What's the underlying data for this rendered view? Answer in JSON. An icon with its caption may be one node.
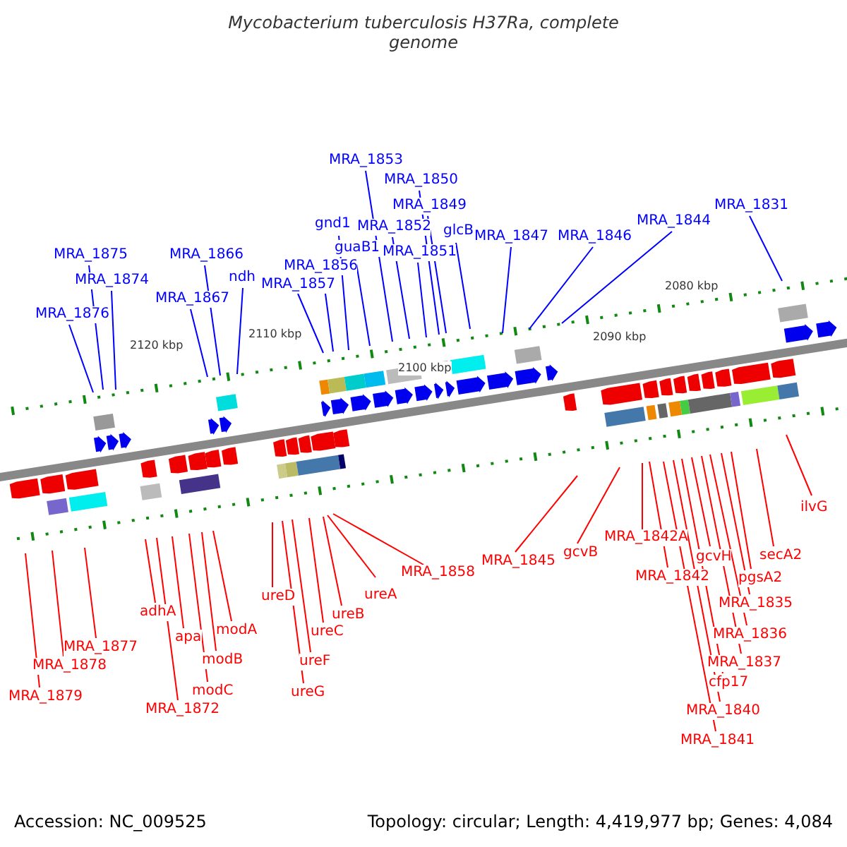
{
  "diagram": {
    "title": "Mycobacterium tuberculosis H37Ra, complete genome",
    "nodes": [
      {
        "text": [
          "MRA_1876"
        ]
      },
      {
        "text": [
          "MRA_1875"
        ]
      },
      {
        "text": [
          "MRA_1874"
        ]
      },
      {
        "text": [
          "MRA_1867"
        ]
      },
      {
        "text": [
          "MRA_1866"
        ]
      },
      {
        "text": [
          "ndh"
        ]
      },
      {
        "text": [
          "MRA_1857"
        ]
      },
      {
        "text": [
          "MRA_1856"
        ]
      },
      {
        "text": [
          "gnd1"
        ]
      },
      {
        "text": [
          "guaB1"
        ]
      },
      {
        "text": [
          "MRA_1853"
        ]
      },
      {
        "text": [
          "MRA_1852"
        ]
      },
      {
        "text": [
          "MRA_1851"
        ]
      },
      {
        "text": [
          "MRA_1850"
        ]
      },
      {
        "text": [
          "MRA_1849"
        ]
      },
      {
        "text": [
          "glcB"
        ]
      },
      {
        "text": [
          "MRA_1847"
        ]
      },
      {
        "text": [
          "MRA_1846"
        ]
      },
      {
        "text": [
          "MRA_1844"
        ]
      },
      {
        "text": [
          "MRA_1831"
        ]
      },
      {
        "text": [
          "MRA_1879"
        ]
      },
      {
        "text": [
          "MRA_1878"
        ]
      },
      {
        "text": [
          "MRA_1877"
        ]
      },
      {
        "text": [
          "adhA"
        ]
      },
      {
        "text": [
          "MRA_1872"
        ]
      },
      {
        "text": [
          "apa"
        ]
      },
      {
        "text": [
          "modC"
        ]
      },
      {
        "text": [
          "modB"
        ]
      },
      {
        "text": [
          "modA"
        ]
      },
      {
        "text": [
          "ureD"
        ]
      },
      {
        "text": [
          "ureG"
        ]
      },
      {
        "text": [
          "ureF"
        ]
      },
      {
        "text": [
          "ureC"
        ]
      },
      {
        "text": [
          "ureB"
        ]
      },
      {
        "text": [
          "ureA"
        ]
      },
      {
        "text": [
          "MRA_1858"
        ]
      },
      {
        "text": [
          "MRA_1845"
        ]
      },
      {
        "text": [
          "gcvB"
        ]
      },
      {
        "text": [
          "MRA_1842A"
        ]
      },
      {
        "text": [
          "MRA_1842"
        ]
      },
      {
        "text": [
          "MRA_1841"
        ]
      },
      {
        "text": [
          "MRA_1840"
        ]
      },
      {
        "text": [
          "cfp17"
        ]
      },
      {
        "text": [
          "gcvH"
        ]
      },
      {
        "text": [
          "MRA_1837"
        ]
      },
      {
        "text": [
          "MRA_1836"
        ]
      },
      {
        "text": [
          "MRA_1835"
        ]
      },
      {
        "text": [
          "pgsA2"
        ]
      },
      {
        "text": [
          "secA2"
        ]
      },
      {
        "text": [
          "ilvG"
        ]
      }
    ],
    "edges": [
      {
        "from": 0,
        "to": null,
        "arrow": "none",
        "color": "#0000ff"
      },
      {
        "from": 1,
        "to": null,
        "arrow": "none",
        "color": "#0000ff"
      },
      {
        "from": 2,
        "to": null,
        "arrow": "none",
        "color": "#0000ff"
      },
      {
        "from": 3,
        "to": null,
        "arrow": "none",
        "color": "#0000ff"
      },
      {
        "from": 4,
        "to": null,
        "arrow": "none",
        "color": "#0000ff"
      },
      {
        "from": 5,
        "to": null,
        "arrow": "none",
        "color": "#0000ff"
      },
      {
        "from": 6,
        "to": null,
        "arrow": "none",
        "color": "#0000ff"
      },
      {
        "from": 7,
        "to": null,
        "arrow": "none",
        "color": "#0000ff"
      },
      {
        "from": 8,
        "to": null,
        "arrow": "none",
        "color": "#0000ff"
      },
      {
        "from": 9,
        "to": null,
        "arrow": "none",
        "color": "#0000ff"
      },
      {
        "from": 10,
        "to": null,
        "arrow": "none",
        "color": "#0000ff"
      },
      {
        "from": 11,
        "to": null,
        "arrow": "none",
        "color": "#0000ff"
      },
      {
        "from": 12,
        "to": null,
        "arrow": "none",
        "color": "#0000ff"
      },
      {
        "from": 13,
        "to": null,
        "arrow": "none",
        "color": "#0000ff"
      },
      {
        "from": 14,
        "to": null,
        "arrow": "none",
        "color": "#0000ff"
      },
      {
        "from": 15,
        "to": null,
        "arrow": "none",
        "color": "#0000ff"
      },
      {
        "from": 16,
        "to": null,
        "arrow": "none",
        "color": "#0000ff"
      },
      {
        "from": 17,
        "to": null,
        "arrow": "none",
        "color": "#0000ff"
      },
      {
        "from": 18,
        "to": null,
        "arrow": "none",
        "color": "#0000ff"
      },
      {
        "from": 19,
        "to": null,
        "arrow": "none",
        "color": "#0000ff"
      },
      {
        "from": 20,
        "to": null,
        "arrow": "none"
      },
      {
        "from": 21,
        "to": null,
        "arrow": "none"
      },
      {
        "from": 22,
        "to": null,
        "arrow": "none"
      },
      {
        "from": 23,
        "to": null,
        "arrow": "none"
      },
      {
        "from": 24,
        "to": null,
        "arrow": "none"
      },
      {
        "from": 25,
        "to": null,
        "arrow": "none"
      },
      {
        "from": 26,
        "to": null,
        "arrow": "none"
      },
      {
        "from": 27,
        "to": null,
        "arrow": "none"
      },
      {
        "from": 28,
        "to": null,
        "arrow": "none"
      },
      {
        "from": 29,
        "to": null,
        "arrow": "none"
      },
      {
        "from": 30,
        "to": null,
        "arrow": "none"
      },
      {
        "from": 31,
        "to": null,
        "arrow": "none"
      },
      {
        "from": 32,
        "to": null,
        "arrow": "none"
      },
      {
        "from": 33,
        "to": null,
        "arrow": "none"
      },
      {
        "from": 34,
        "to": null,
        "arrow": "none"
      },
      {
        "from": 35,
        "to": null,
        "arrow": "none"
      },
      {
        "from": 36,
        "to": null,
        "arrow": "none"
      },
      {
        "from": 37,
        "to": null,
        "arrow": "none"
      },
      {
        "from": 38,
        "to": null,
        "arrow": "none"
      },
      {
        "from": 39,
        "to": null,
        "arrow": "none"
      },
      {
        "from": 40,
        "to": null,
        "arrow": "none"
      },
      {
        "from": 41,
        "to": null,
        "arrow": "none"
      },
      {
        "from": 42,
        "to": null,
        "arrow": "none"
      },
      {
        "from": 43,
        "to": null,
        "arrow": "none"
      },
      {
        "from": 44,
        "to": null,
        "arrow": "none"
      },
      {
        "from": 45,
        "to": null,
        "arrow": "none"
      },
      {
        "from": 46,
        "to": null,
        "arrow": "none"
      },
      {
        "from": 47,
        "to": null,
        "arrow": "none"
      },
      {
        "from": 48,
        "to": null,
        "arrow": "none"
      },
      {
        "from": 49,
        "to": null,
        "arrow": "none"
      }
    ],
    "labels": [
      "2120 kbp",
      "2110 kbp",
      "2100 kbp",
      "2090 kbp",
      "2080 kbp",
      "Accession: NC_009525",
      "Topology: circular; Length: 4,419,977 bp; Genes: 4,084"
    ]
  }
}
